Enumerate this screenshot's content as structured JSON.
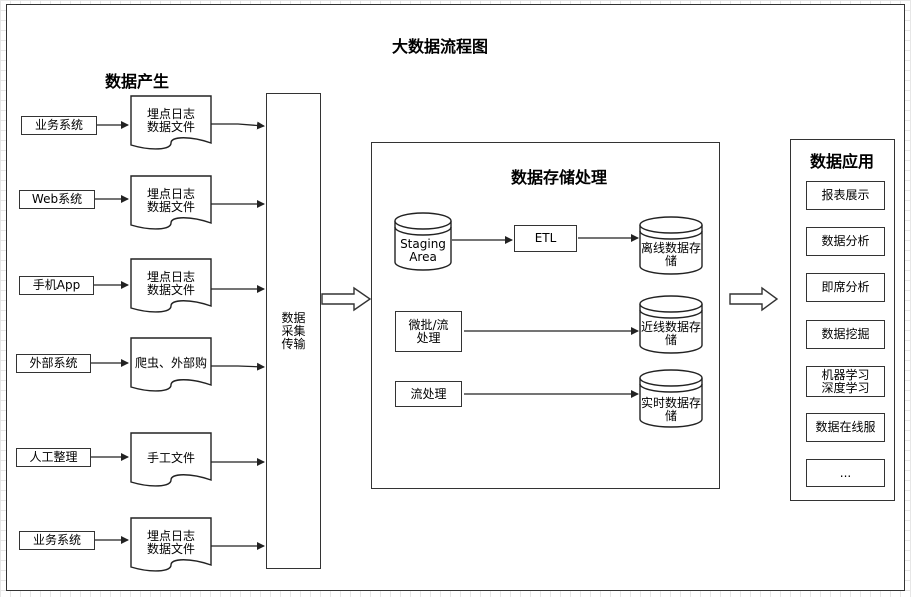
{
  "diagram": {
    "title": "大数据流程图",
    "sections": {
      "production": "数据产生",
      "storage": "数据存储处理",
      "application": "数据应用"
    },
    "sources": [
      {
        "system": "业务系统",
        "doc": "埋点日志\n数据文件"
      },
      {
        "system": "Web系统",
        "doc": "埋点日志\n数据文件"
      },
      {
        "system": "手机App",
        "doc": "埋点日志\n数据文件"
      },
      {
        "system": "外部系统",
        "doc": "爬虫、外部购"
      },
      {
        "system": "人工整理",
        "doc": "手工文件"
      },
      {
        "system": "业务系统",
        "doc": "埋点日志\n数据文件"
      }
    ],
    "collector": "数据\n采集\n传输",
    "staging": "Staging\nArea",
    "etl": "ETL",
    "processors": [
      "微批/流\n处理",
      "流处理"
    ],
    "stores": [
      "离线数据存\n储",
      "近线数据存\n储",
      "实时数据存\n储"
    ],
    "apps": [
      "报表展示",
      "数据分析",
      "即席分析",
      "数据挖掘",
      "机器学习\n深度学习",
      "数据在线服",
      "..."
    ]
  }
}
